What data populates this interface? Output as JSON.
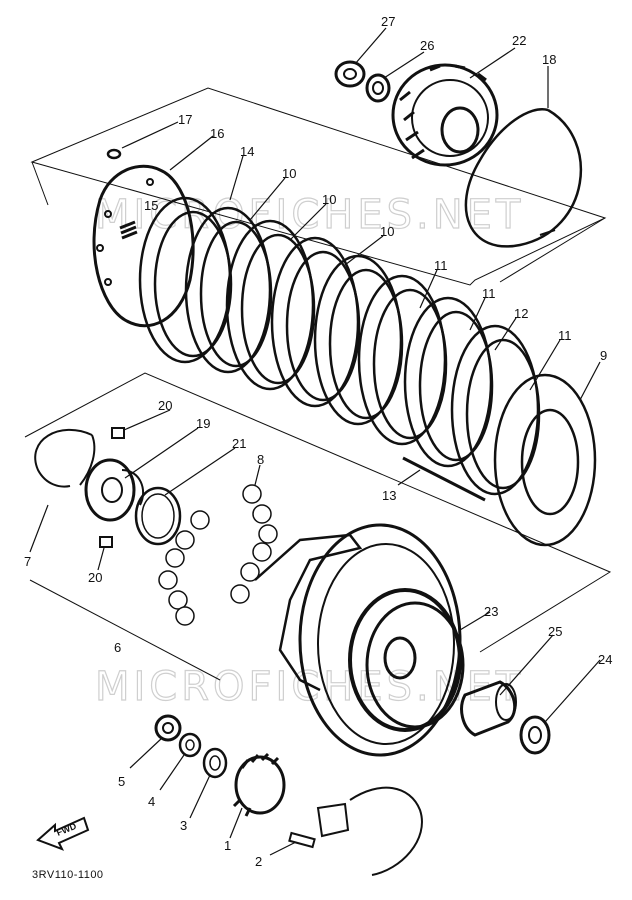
{
  "watermarks": [
    "MICROFICHES.NET",
    "MICROFICHES.NET"
  ],
  "callouts": [
    "27",
    "26",
    "22",
    "18",
    "17",
    "16",
    "15",
    "14",
    "10",
    "10",
    "10",
    "11",
    "11",
    "12",
    "11",
    "9",
    "20",
    "19",
    "21",
    "8",
    "7",
    "20",
    "13",
    "6",
    "23",
    "25",
    "24",
    "5",
    "4",
    "3",
    "1",
    "2"
  ],
  "fwd_label": "FWD",
  "diagram_code": "3RV110-1100"
}
